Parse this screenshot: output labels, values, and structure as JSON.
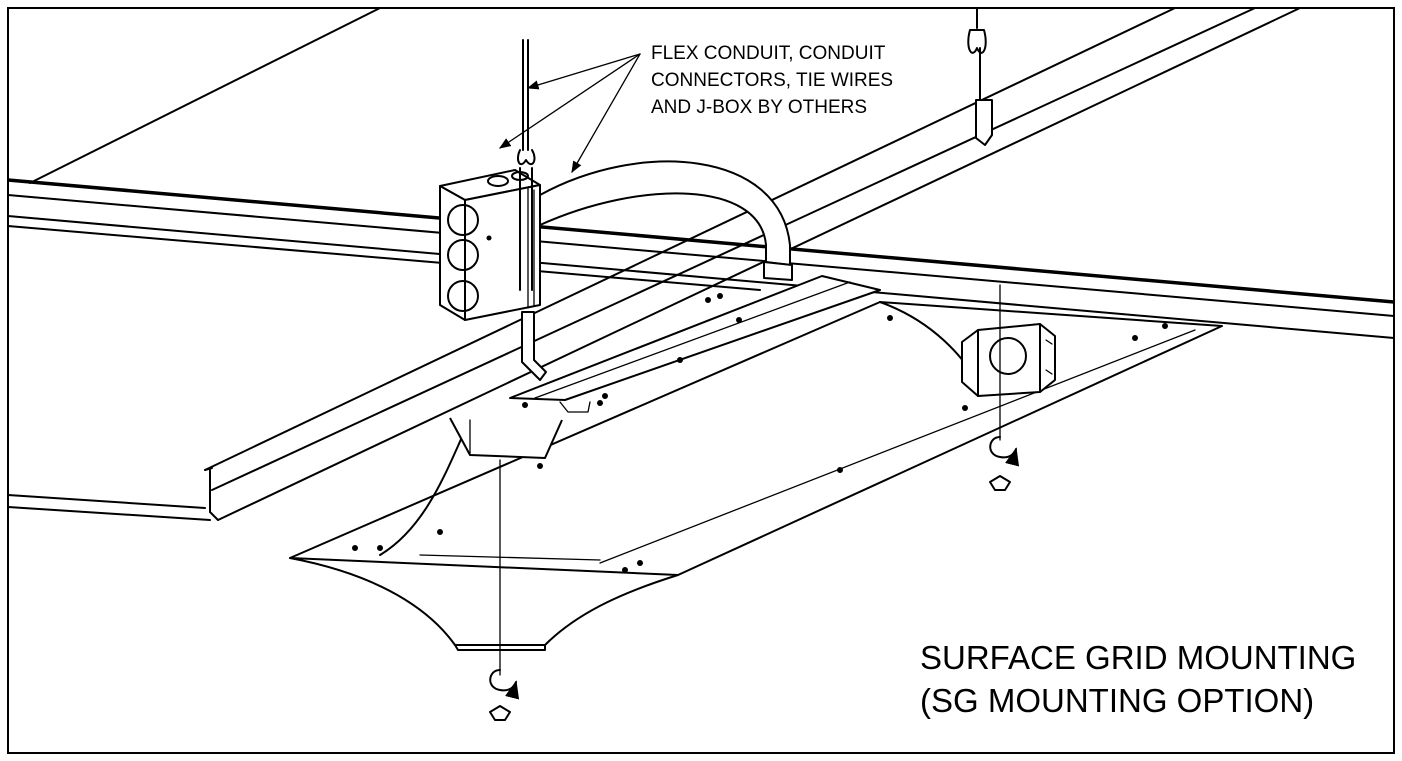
{
  "callout": {
    "lines": [
      "FLEX CONDUIT, CONDUIT",
      "CONNECTORS, TIE WIRES",
      "AND J-BOX BY OTHERS"
    ]
  },
  "title": {
    "line1": "SURFACE GRID MOUNTING",
    "line2": "(SG MOUNTING OPTION)"
  }
}
